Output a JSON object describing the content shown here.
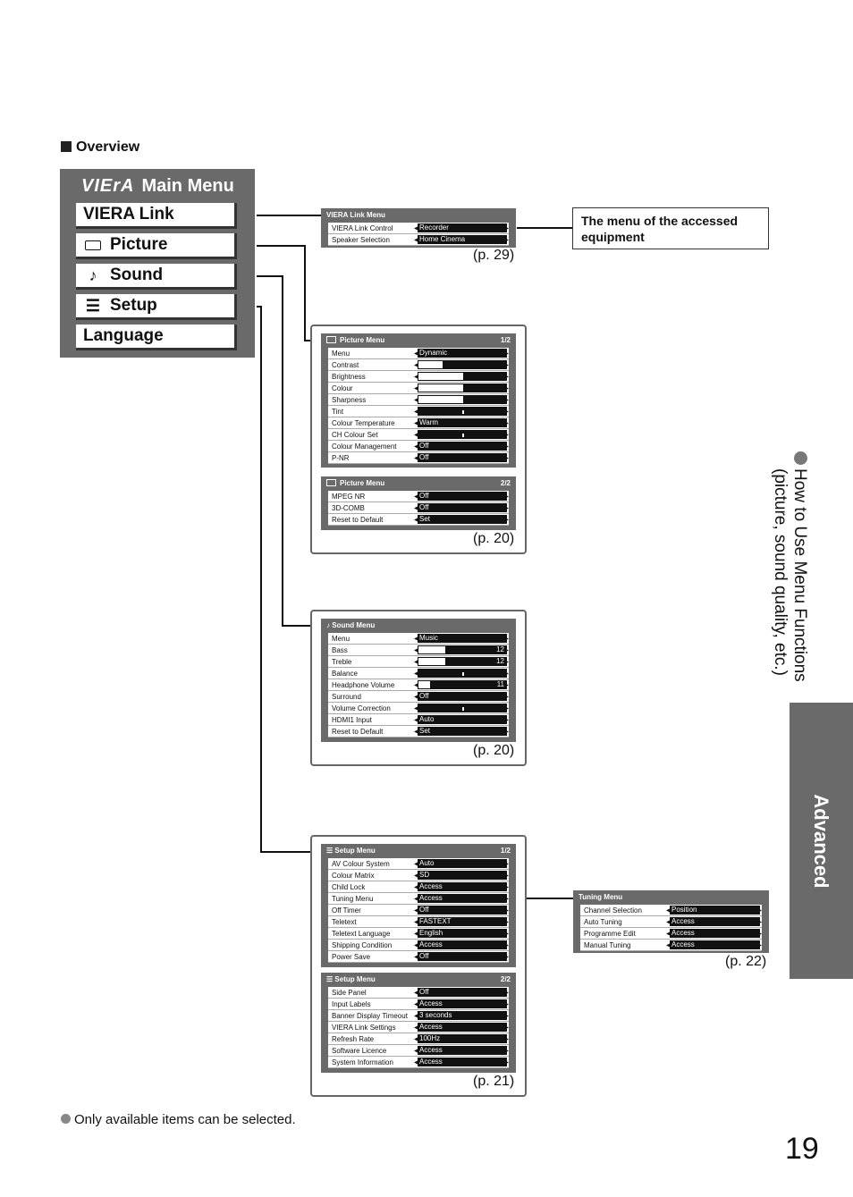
{
  "section_title": "Overview",
  "main_menu": {
    "logo": "VIErA",
    "title": "Main Menu",
    "items": [
      {
        "label": "VIERA Link",
        "icon": ""
      },
      {
        "label": "Picture",
        "icon": "picture-icon"
      },
      {
        "label": "Sound",
        "icon": "note-icon"
      },
      {
        "label": "Setup",
        "icon": "list-icon"
      },
      {
        "label": "Language",
        "icon": ""
      }
    ]
  },
  "viera_link_menu": {
    "title": "VIERA Link Menu",
    "rows": [
      {
        "label": "VIERA Link Control",
        "value": "Recorder"
      },
      {
        "label": "Speaker Selection",
        "value": "Home Cinema"
      }
    ],
    "page_ref": "(p. 29)"
  },
  "callout": "The menu of the accessed equipment",
  "picture_menu_1": {
    "title": "Picture Menu",
    "page": "1/2",
    "rows": [
      {
        "label": "Menu",
        "value": "Dynamic"
      },
      {
        "label": "Contrast",
        "level": 0.27
      },
      {
        "label": "Brightness",
        "level": 0.5
      },
      {
        "label": "Colour",
        "level": 0.5
      },
      {
        "label": "Sharpness",
        "level": 0.5
      },
      {
        "label": "Tint",
        "level": 0.5
      },
      {
        "label": "Colour Temperature",
        "value": "Warm"
      },
      {
        "label": "CH Colour Set",
        "level": 0.5
      },
      {
        "label": "Colour Management",
        "value": "Off"
      },
      {
        "label": "P-NR",
        "value": "Off"
      }
    ]
  },
  "picture_menu_2": {
    "title": "Picture Menu",
    "page": "2/2",
    "rows": [
      {
        "label": "MPEG NR",
        "value": "Off"
      },
      {
        "label": "3D-COMB",
        "value": "Off"
      },
      {
        "label": "Reset to Default",
        "value": "Set"
      }
    ],
    "page_ref": "(p. 20)"
  },
  "sound_menu": {
    "title": "Sound Menu",
    "rows": [
      {
        "label": "Menu",
        "value": "Music"
      },
      {
        "label": "Bass",
        "level": 0.3,
        "num": "12"
      },
      {
        "label": "Treble",
        "level": 0.3,
        "num": "12"
      },
      {
        "label": "Balance",
        "level": 0.5
      },
      {
        "label": "Headphone Volume",
        "level": 0.13,
        "num": "11"
      },
      {
        "label": "Surround",
        "value": "Off"
      },
      {
        "label": "Volume Correction",
        "level": 0.5
      },
      {
        "label": "HDMI1 Input",
        "value": "Auto"
      },
      {
        "label": "Reset to Default",
        "value": "Set"
      }
    ],
    "page_ref": "(p. 20)"
  },
  "setup_menu_1": {
    "title": "Setup Menu",
    "page": "1/2",
    "rows": [
      {
        "label": "AV Colour System",
        "value": "Auto"
      },
      {
        "label": "Colour Matrix",
        "value": "SD"
      },
      {
        "label": "Child Lock",
        "value": "Access"
      },
      {
        "label": "Tuning Menu",
        "value": "Access"
      },
      {
        "label": "Off Timer",
        "value": "Off"
      },
      {
        "label": "Teletext",
        "value": "FASTEXT"
      },
      {
        "label": "Teletext Language",
        "value": "English"
      },
      {
        "label": "Shipping Condition",
        "value": "Access"
      },
      {
        "label": "Power Save",
        "value": "Off"
      }
    ]
  },
  "setup_menu_2": {
    "title": "Setup Menu",
    "page": "2/2",
    "rows": [
      {
        "label": "Side Panel",
        "value": "Off"
      },
      {
        "label": "Input Labels",
        "value": "Access"
      },
      {
        "label": "Banner Display Timeout",
        "value": "3 seconds"
      },
      {
        "label": "VIERA Link Settings",
        "value": "Access"
      },
      {
        "label": "Refresh Rate",
        "value": "100Hz"
      },
      {
        "label": "Software Licence",
        "value": "Access"
      },
      {
        "label": "System Information",
        "value": "Access"
      }
    ],
    "page_ref": "(p. 21)"
  },
  "tuning_menu": {
    "title": "Tuning Menu",
    "rows": [
      {
        "label": "Channel Selection",
        "value": "Position"
      },
      {
        "label": "Auto Tuning",
        "value": "Access"
      },
      {
        "label": "Programme Edit",
        "value": "Access"
      },
      {
        "label": "Manual Tuning",
        "value": "Access"
      }
    ],
    "page_ref": "(p. 22)"
  },
  "side_heading_line1": "How to Use Menu Functions",
  "side_heading_line2": "(picture, sound quality, etc.)",
  "side_tab": "Advanced",
  "note": "Only available items can be selected.",
  "page_number": "19"
}
